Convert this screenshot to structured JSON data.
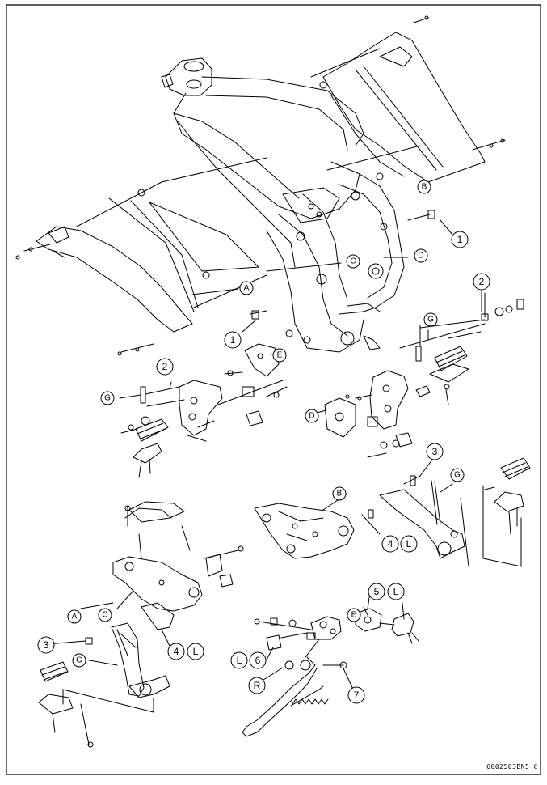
{
  "diagram": {
    "callouts": {
      "c1a": "1",
      "c1b": "1",
      "c2a": "2",
      "c2b": "2",
      "c3a": "3",
      "c3b": "3",
      "c4a": "4",
      "c4b": "4",
      "c5": "5",
      "c6": "6",
      "c7": "7",
      "A1": "A",
      "A2": "A",
      "B1": "B",
      "B2": "B",
      "C1": "C",
      "C2": "C",
      "D1": "D",
      "D2": "D",
      "E1": "E",
      "E2": "E",
      "G1": "G",
      "G2": "G",
      "G3": "G",
      "G4": "G",
      "L1": "L",
      "L2": "L",
      "L3": "L",
      "L4": "L",
      "R": "R"
    },
    "figure_code": "G002503BN5 C"
  }
}
